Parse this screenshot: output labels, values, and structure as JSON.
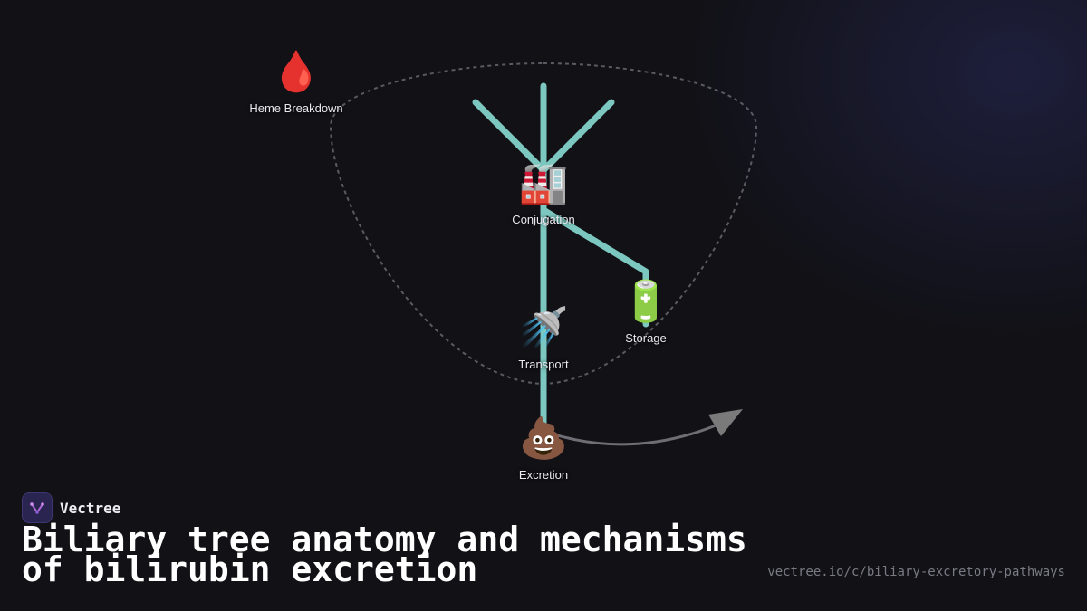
{
  "diagram": {
    "nodes": [
      {
        "id": "heme",
        "icon": "🩸",
        "icon_name": "blood-drop-icon",
        "label": "Heme Breakdown"
      },
      {
        "id": "conjugation",
        "icon": "🏭",
        "icon_name": "factory-icon",
        "label": "Conjugation"
      },
      {
        "id": "storage",
        "icon": "🔋",
        "icon_name": "battery-icon",
        "label": "Storage"
      },
      {
        "id": "transport",
        "icon": "🚿",
        "icon_name": "shower-icon",
        "label": "Transport"
      },
      {
        "id": "excretion",
        "icon": "💩",
        "icon_name": "poop-icon",
        "label": "Excretion"
      }
    ],
    "colors": {
      "duct": "#7cc8c0",
      "outline": "#5a5a62",
      "arrow": "#7a7a7a",
      "background": "#111116"
    }
  },
  "brand": {
    "name": "Vectree",
    "logo_icon": "vectree-logo-icon"
  },
  "title": "Biliary tree anatomy and mechanisms of bilirubin excretion",
  "url": "vectree.io/c/biliary-excretory-pathways"
}
